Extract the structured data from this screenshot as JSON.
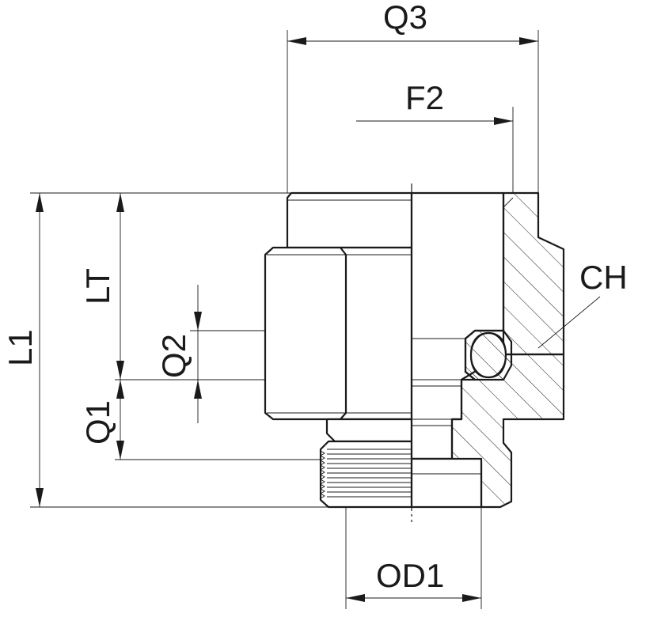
{
  "labels": {
    "q3": "Q3",
    "f2": "F2",
    "ch": "CH",
    "lt": "LT",
    "l1": "L1",
    "q2": "Q2",
    "q1": "Q1",
    "od1": "OD1"
  }
}
